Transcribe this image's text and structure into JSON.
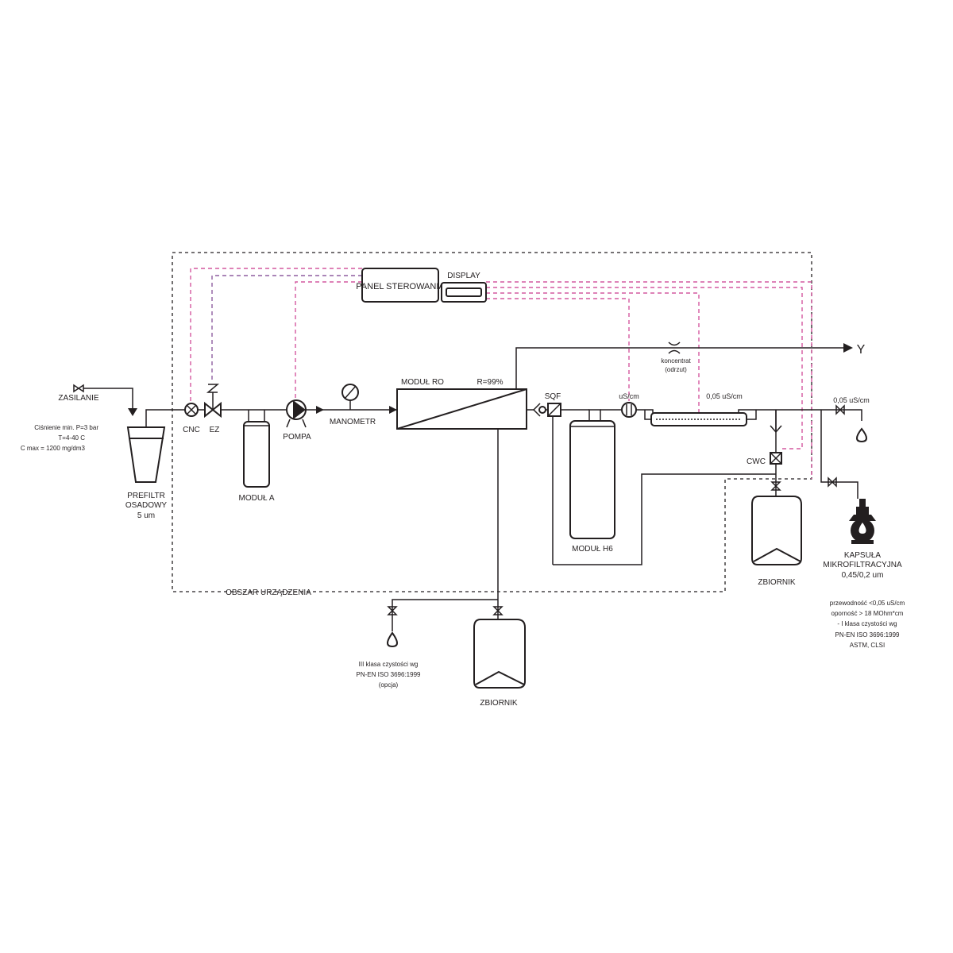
{
  "labels": {
    "zasilanie": "ZASILANIE",
    "feed_pressure": "Ciśnienie min. P=3 bar",
    "feed_temp": "T=4-40 C",
    "feed_cmax": "C max = 1200 mg/dm3",
    "prefiltr_1": "PREFILTR",
    "prefiltr_2": "OSADOWY",
    "prefiltr_3": "5 um",
    "cnc": "CNC",
    "ez": "EZ",
    "modul_a": "MODUŁ A",
    "pompa": "POMPA",
    "manometr": "MANOMETR",
    "modul_ro": "MODUŁ RO",
    "ro_rate": "R=99%",
    "panel": "PANEL STEROWANIA",
    "display": "DISPLAY",
    "koncentrat_1": "koncentrat",
    "koncentrat_2": "(odrzut)",
    "drain_y": "Y",
    "sqf": "SQF",
    "us_cm": "uS/cm",
    "conductivity_uv": "0,05 uS/cm",
    "conductivity_out": "0,05 uS/cm",
    "modul_h6": "MODUŁ H6",
    "cwc": "CWC",
    "zbiornik_right": "ZBIORNIK",
    "zbiornik_bottom": "ZBIORNIK",
    "obszar": "OBSZAR URZĄDZENIA",
    "kapsula_1": "KAPSUŁA",
    "kapsula_2": "MIKROFILTRACYJNA",
    "kapsula_3": "0,45/0,2 um",
    "spec_1": "przewodność <0,05 uS/cm",
    "spec_2": "oporność > 18 MOhm*cm",
    "spec_3": "- I klasa czystości wg",
    "spec_4": "PN-EN ISO 3696:1999",
    "spec_5": "ASTM, CLSI",
    "iii_1": "III klasa czystości wg",
    "iii_2": "PN-EN ISO 3696:1999",
    "iii_3": "(opcja)"
  },
  "colors": {
    "line": "#231f20",
    "signal_pink": "#d4589f",
    "signal_purple": "#8e5d9f"
  }
}
